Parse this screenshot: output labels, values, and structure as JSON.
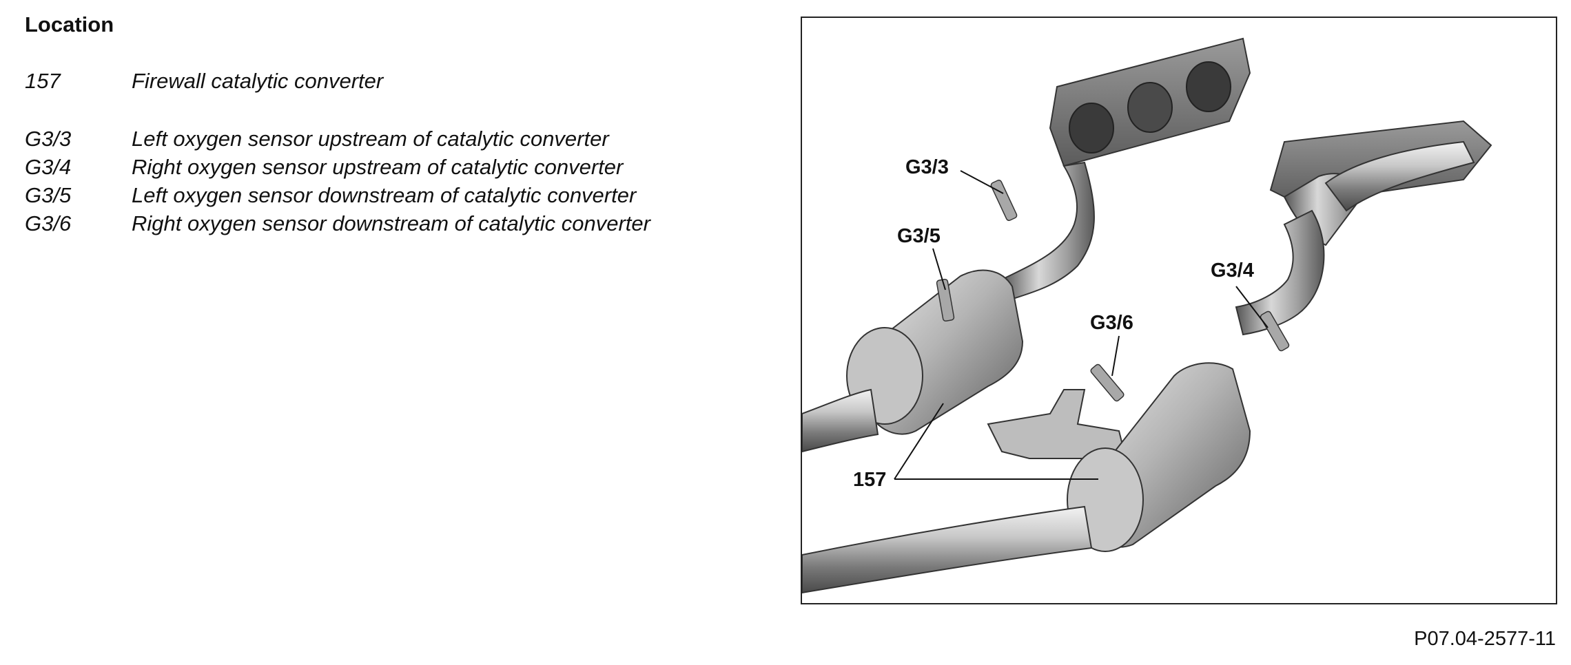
{
  "heading": "Location",
  "legend": [
    {
      "code": "157",
      "description": "Firewall catalytic converter"
    },
    {
      "code": "G3/3",
      "description": "Left oxygen sensor upstream of catalytic converter"
    },
    {
      "code": "G3/4",
      "description": "Right oxygen sensor upstream of catalytic converter"
    },
    {
      "code": "G3/5",
      "description": "Left oxygen sensor downstream of catalytic converter"
    },
    {
      "code": "G3/6",
      "description": "Right oxygen sensor downstream of catalytic converter"
    }
  ],
  "figure": {
    "callouts": {
      "g33": "G3/3",
      "g35": "G3/5",
      "g36": "G3/6",
      "g34": "G3/4",
      "c157": "157"
    },
    "reference": "P07.04-2577-11"
  }
}
